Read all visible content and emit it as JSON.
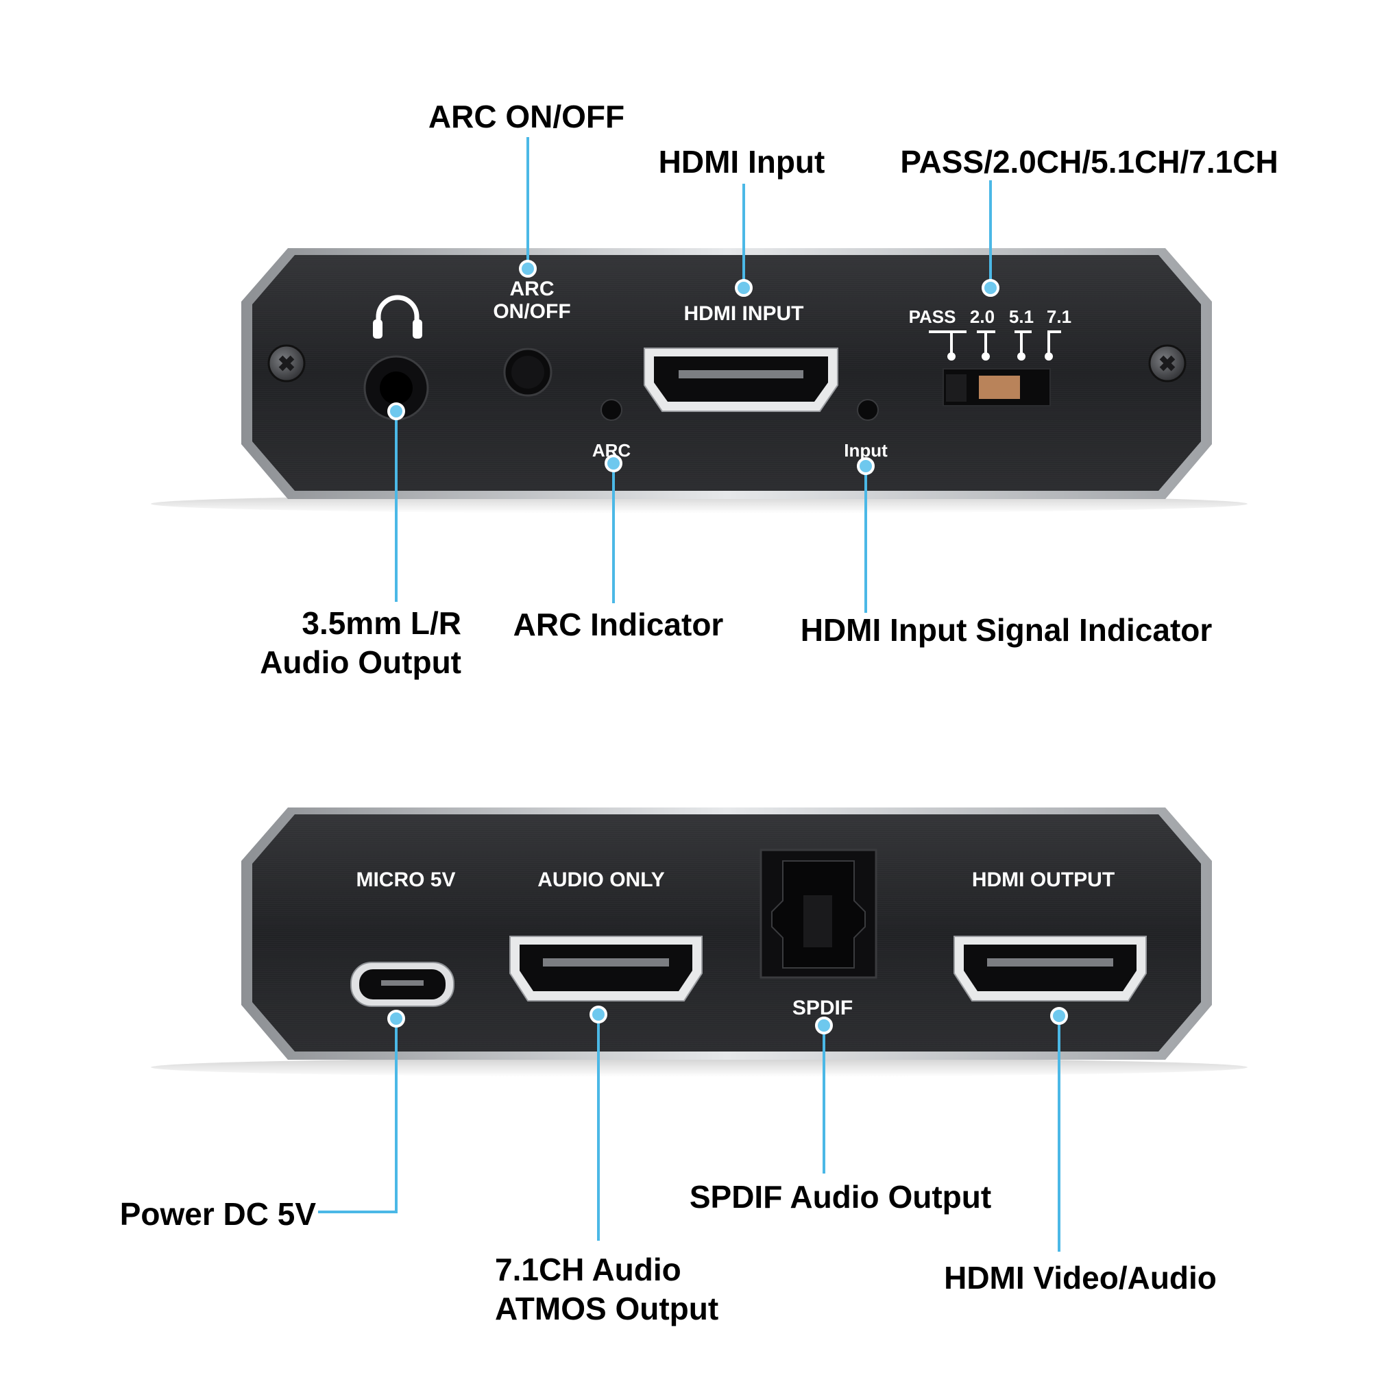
{
  "colors": {
    "callout": "#4bb8e6",
    "device_body": "#252628",
    "device_edge": "#c9cbce",
    "panel_text": "#ffffff",
    "label_text": "#000000"
  },
  "top_device": {
    "panel_labels": {
      "arc_switch_line1": "ARC",
      "arc_switch_line2": "ON/OFF",
      "hdmi_input": "HDMI INPUT",
      "arc_led": "ARC",
      "input_led": "Input",
      "pass": "PASS",
      "ch20": "2.0",
      "ch51": "5.1",
      "ch71": "7.1"
    },
    "icons": {
      "headphone": "headphone-icon",
      "screw": "screw-icon"
    },
    "callouts": {
      "arc_on_off": "ARC ON/OFF",
      "hdmi_input": "HDMI Input",
      "channel_select": "PASS/2.0CH/5.1CH/7.1CH",
      "audio_output_line1": "3.5mm L/R",
      "audio_output_line2": "Audio Output",
      "arc_indicator": "ARC Indicator",
      "input_signal_indicator": "HDMI Input Signal Indicator"
    }
  },
  "bottom_device": {
    "panel_labels": {
      "micro": "MICRO 5V",
      "audio_only": "AUDIO ONLY",
      "hdmi_output": "HDMI OUTPUT",
      "spdif": "SPDIF"
    },
    "callouts": {
      "power": "Power DC 5V",
      "atmos_line1": "7.1CH Audio",
      "atmos_line2": "ATMOS Output",
      "spdif_output": "SPDIF Audio Output",
      "hdmi_video_audio": "HDMI Video/Audio"
    }
  }
}
